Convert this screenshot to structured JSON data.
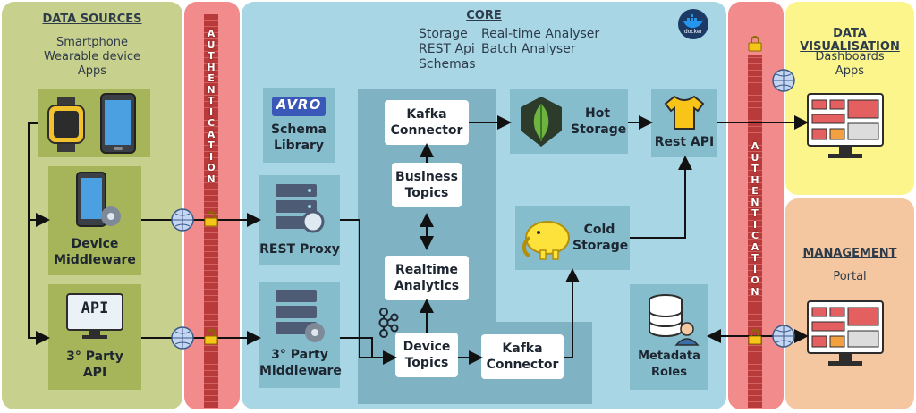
{
  "sources": {
    "title": "DATA SOURCES",
    "subtitle": "Smartphone\nWearable device\nApps",
    "device_middleware": "Device\nMiddleware",
    "api_badge": "API",
    "third_party_api": "3° Party\nAPI"
  },
  "auth": {
    "letters": [
      "A",
      "U",
      "T",
      "H",
      "E",
      "N",
      "T",
      "I",
      "C",
      "A",
      "T",
      "I",
      "O",
      "N"
    ]
  },
  "core": {
    "title": "CORE",
    "features_left": "Storage\nREST Api\nSchemas",
    "features_right": "Real-time Analyser\nBatch Analyser",
    "docker_label": "docker",
    "schema_library": "Schema\nLibrary",
    "schema_logo": "AVRO",
    "rest_proxy": "REST Proxy",
    "third_party_middleware": "3° Party\nMiddleware",
    "kafka_connector_top": "Kafka\nConnector",
    "business_topics": "Business\nTopics",
    "realtime_analytics": "Realtime\nAnalytics",
    "device_topics": "Device\nTopics",
    "kafka_connector_bottom": "Kafka\nConnector",
    "hot_storage": "Hot\nStorage",
    "cold_storage": "Cold\nStorage",
    "rest_api": "Rest API",
    "metadata_roles": "Metadata\nRoles"
  },
  "visualisation": {
    "title": "DATA VISUALISATION",
    "subtitle": "Dashboards\nApps"
  },
  "management": {
    "title": "MANAGEMENT",
    "subtitle": "Portal"
  },
  "colors": {
    "sources_bg": "#c7d08c",
    "auth_bg": "#f28b8b",
    "core_bg": "#a9d6e4",
    "kafka_bg": "#7fb2c3",
    "vis_bg": "#fbf58c",
    "mgmt_bg": "#f5c7a0"
  }
}
